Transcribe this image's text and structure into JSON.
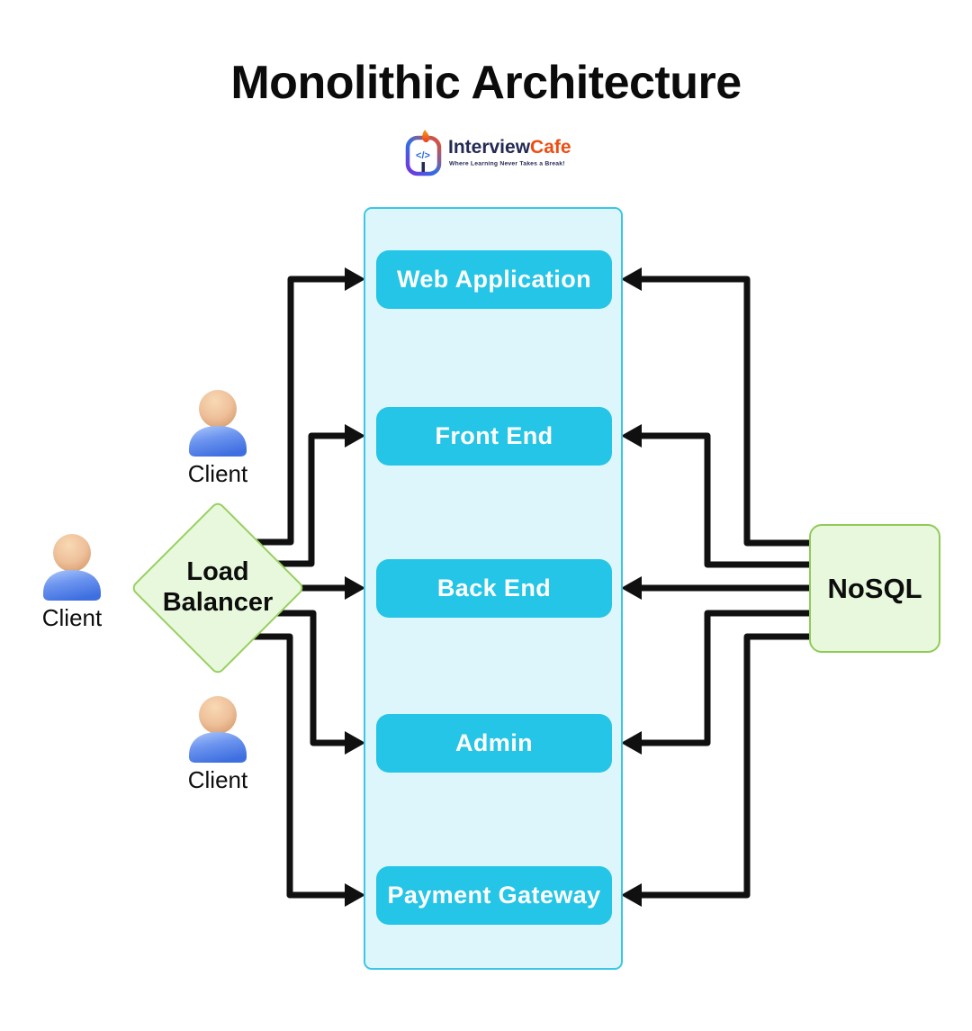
{
  "page": {
    "title": "Monolithic Architecture"
  },
  "logo": {
    "brand_part1": "Interview",
    "brand_part2": "Cafe",
    "tagline": "Where Learning Never Takes a Break!",
    "icon_code_glyph": "</>"
  },
  "diagram": {
    "clients": [
      {
        "label": "Client"
      },
      {
        "label": "Client"
      },
      {
        "label": "Client"
      }
    ],
    "load_balancer": {
      "line1": "Load",
      "line2": "Balancer"
    },
    "database": {
      "label": "NoSQL"
    },
    "monolith_modules": [
      {
        "label": "Web Application"
      },
      {
        "label": "Front End"
      },
      {
        "label": "Back End"
      },
      {
        "label": "Admin"
      },
      {
        "label": "Payment Gateway"
      }
    ],
    "edges": [
      {
        "from": "Load Balancer",
        "to": "Web Application"
      },
      {
        "from": "Load Balancer",
        "to": "Front End"
      },
      {
        "from": "Load Balancer",
        "to": "Back End"
      },
      {
        "from": "Load Balancer",
        "to": "Admin"
      },
      {
        "from": "Load Balancer",
        "to": "Payment Gateway"
      },
      {
        "from": "NoSQL",
        "to": "Web Application"
      },
      {
        "from": "NoSQL",
        "to": "Front End"
      },
      {
        "from": "NoSQL",
        "to": "Back End"
      },
      {
        "from": "NoSQL",
        "to": "Admin"
      },
      {
        "from": "NoSQL",
        "to": "Payment Gateway"
      }
    ]
  },
  "colors": {
    "module_fill": "#24c5e6",
    "container_fill": "#ddf6fc",
    "container_border": "#3ac7e6",
    "green_fill": "#e7f8dc",
    "green_border": "#96ce5e",
    "edge_color": "#101010",
    "title_color": "#0b0b0b",
    "brand_navy": "#232a54",
    "brand_orange": "#ee4d12"
  }
}
